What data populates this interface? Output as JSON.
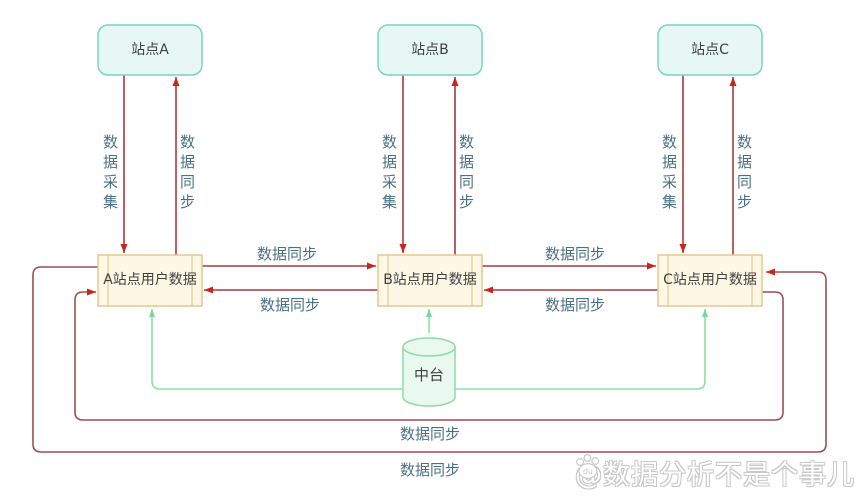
{
  "nodes": {
    "site_a": {
      "label": "站点A"
    },
    "site_b": {
      "label": "站点B"
    },
    "site_c": {
      "label": "站点C"
    },
    "store_a": {
      "label": "A站点用户数据"
    },
    "store_b": {
      "label": "B站点用户数据"
    },
    "store_c": {
      "label": "C站点用户数据"
    },
    "platform": {
      "label": "中台"
    }
  },
  "edges": {
    "collect_label": "数据采集",
    "sync_label": "数据同步"
  },
  "watermark": {
    "text": "@数据分析不是个事儿",
    "icon": "baidu-paw-icon",
    "icon_text": "du"
  },
  "colors": {
    "site_box_fill": "#e7f8f4",
    "site_box_border": "#7ad3c0",
    "store_box_fill": "#fdf8e6",
    "store_box_border": "#e3c98f",
    "platform_fill": "#eaf9f0",
    "platform_border": "#8edca6",
    "flow_line": "#a43b3b",
    "flow_arrow": "#c9251c",
    "loop_line": "#9c4e55",
    "platform_line": "#8ce0a5",
    "label_text": "#4a7086",
    "node_text": "#3f3f3f"
  }
}
